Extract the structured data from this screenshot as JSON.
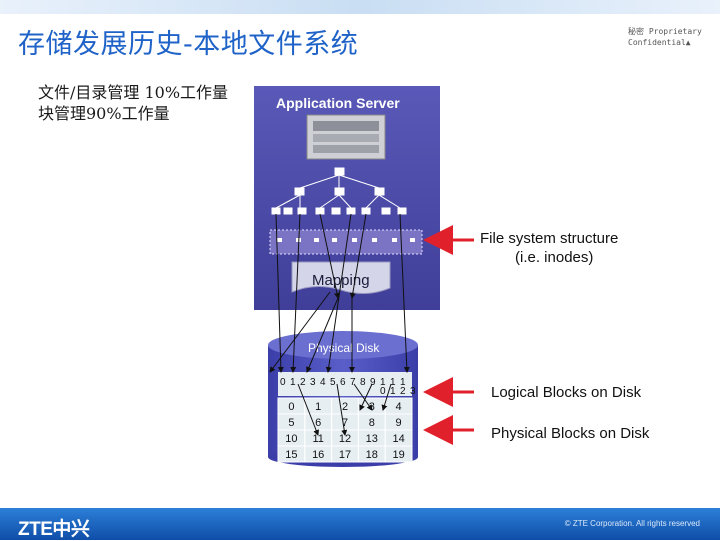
{
  "header": {
    "title": "存储发展历史-本地文件系统",
    "confidential_line1": "秘密  Proprietary",
    "confidential_line2": "Confidential▲"
  },
  "bullets": [
    "文件/目录管理 10%工作量",
    "块管理90%工作量"
  ],
  "diagram": {
    "app_server_label": "Application Server",
    "mapping_label": "Mapping",
    "physical_disk_label": "Physical Disk",
    "fs_structure_line1": "File system structure",
    "fs_structure_line2": "(i.e. inodes)",
    "logical_blocks_label": "Logical Blocks on Disk",
    "physical_blocks_label": "Physical Blocks on Disk",
    "logical_digits_top": [
      "0",
      "1",
      "2",
      "3",
      "4",
      "5",
      "6",
      "7",
      "8",
      "9",
      "1",
      "1",
      "1"
    ],
    "logical_digits_bottom": [
      "0",
      "1",
      "2",
      "3"
    ],
    "grid_rows": [
      [
        "0",
        "1",
        "2",
        "3",
        "4"
      ],
      [
        "5",
        "6",
        "7",
        "8",
        "9"
      ],
      [
        "10",
        "11",
        "12",
        "13",
        "14"
      ],
      [
        "15",
        "16",
        "17",
        "18",
        "19"
      ]
    ],
    "colors": {
      "server_panel": "#4b4aa8",
      "arrow_red": "#e0202a",
      "disk_blue": "#4a4db4"
    }
  },
  "footer": {
    "logo": "ZTE中兴",
    "copyright": "© ZTE Corporation. All rights reserved"
  }
}
